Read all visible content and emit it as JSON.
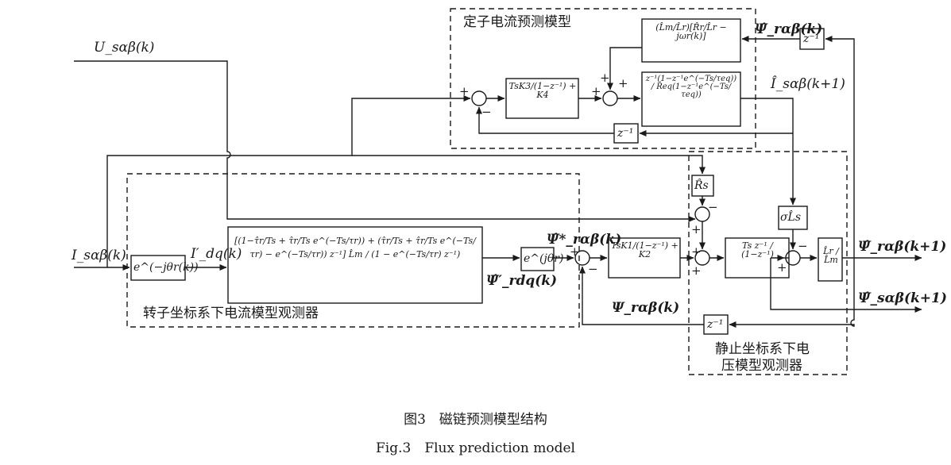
{
  "figure": {
    "caption_cn": "图3　磁链预测模型结构",
    "caption_en": "Fig.3　Flux prediction model"
  },
  "regions": {
    "stator_current_model": "定子电流预测模型",
    "rotor_current_observer": "转子坐标系下电流模型观测器",
    "stationary_voltage_observer_line1": "静止坐标系下电",
    "stationary_voltage_observer_line2": "压模型观测器"
  },
  "signals": {
    "u_s": "U_sαβ(k)",
    "i_s": "I_sαβ(k)",
    "i_dq": "I′_dq(k)",
    "psi_dq": "Ψ̂′_rdq(k)",
    "psi_ref": "Ψ̂*_rαβ(k)",
    "psi_r_k": "Ψ_rαβ(k)",
    "psi_r_fb": "Ψ̂_rαβ(k)",
    "i_pred": "Î_sαβ(k+1)",
    "psi_r_out": "Ψ̂_rαβ(k+1)",
    "psi_s_out": "Ψ̂_sαβ(k+1)"
  },
  "blocks": {
    "z_inv": "z⁻¹",
    "rot_neg": "e^(−jθr(k))",
    "rot_pos": "e^(jθr)",
    "rs": "R̂s",
    "sigma_ls": "σL̂s",
    "lr_lm": "L̂r / L̂m",
    "pi_current": "TsK3/(1−z⁻¹) + K4",
    "pi_flux": "TsK1/(1−z⁻¹) + K2",
    "integrator": "Ts z⁻¹ / (1−z⁻¹)",
    "lm_lr_coupling": "(L̂m/L̂r)[R̂r/L̂r − jωr(k)]",
    "current_plant": "z⁻¹(1−z⁻¹e^(−Ts/τeq)) / R̂eq(1−z⁻¹e^(−Ts/τeq))",
    "current_model": "[(1−τ̂r/Ts + τ̂r/Ts e^(−Ts/τr)) + (τ̂r/Ts + τ̂r/Ts e^(−Ts/τr) − e^(−Ts/τr)) z⁻¹] L̂m / (1 − e^(−Ts/τr) z⁻¹)"
  },
  "signs": {
    "plus": "+",
    "minus": "−"
  },
  "colors": {
    "line": "#1a1a1a",
    "background": "#ffffff"
  }
}
